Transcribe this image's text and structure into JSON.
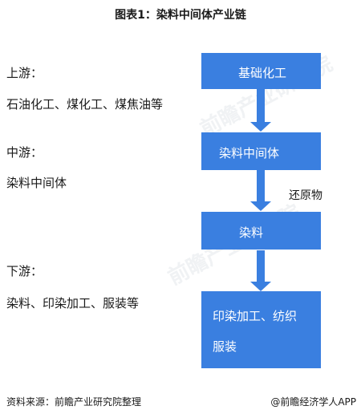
{
  "title": "图表1：染料中间体产业链",
  "upstream": {
    "heading": "上游：",
    "items": "石油化工、煤化工、煤焦油等"
  },
  "midstream": {
    "heading": "中游：",
    "items": "染料中间体"
  },
  "downstream": {
    "heading": "下游：",
    "items": "染料、印染加工、服装等"
  },
  "flow": {
    "box1": "基础化工",
    "box2": "染料中间体",
    "box3": "染料",
    "box4_line1": "印染加工、纺织",
    "box4_line2": "服装",
    "arrow2_note": "还原物"
  },
  "footer": {
    "source": "资料来源：前瞻产业研究院整理",
    "brand": "@前瞻经济学人APP"
  },
  "watermark": {
    "text": "前瞻产业研究院"
  },
  "colors": {
    "box": "#3a7fe0",
    "text": "#1a1a1a"
  }
}
